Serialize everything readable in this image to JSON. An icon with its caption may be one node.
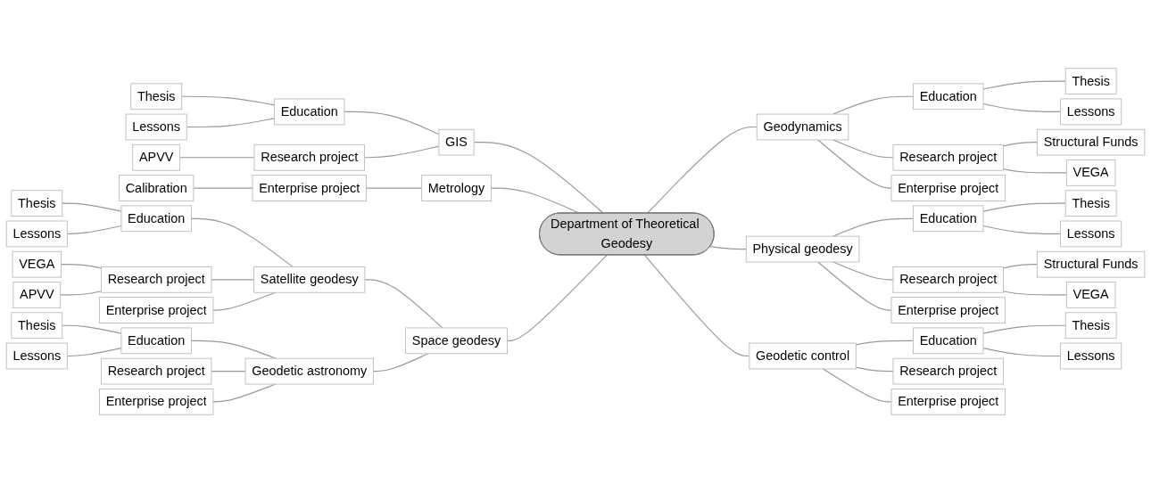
{
  "diagram": {
    "nodes": [
      {
        "text": [
          "Department of Theoretical Geodesy"
        ]
      },
      {
        "text": [
          "GIS"
        ]
      },
      {
        "text": [
          "Education"
        ]
      },
      {
        "text": [
          "Thesis"
        ]
      },
      {
        "text": [
          "Lessons"
        ]
      },
      {
        "text": [
          "Research project"
        ]
      },
      {
        "text": [
          "APVV"
        ]
      },
      {
        "text": [
          "Metrology"
        ]
      },
      {
        "text": [
          "Enterprise project"
        ]
      },
      {
        "text": [
          "Calibration"
        ]
      },
      {
        "text": [
          "Space geodesy"
        ]
      },
      {
        "text": [
          "Satellite geodesy"
        ]
      },
      {
        "text": [
          "Education"
        ]
      },
      {
        "text": [
          "Thesis"
        ]
      },
      {
        "text": [
          "Lessons"
        ]
      },
      {
        "text": [
          "Research project"
        ]
      },
      {
        "text": [
          "VEGA"
        ]
      },
      {
        "text": [
          "APVV"
        ]
      },
      {
        "text": [
          "Enterprise project"
        ]
      },
      {
        "text": [
          "Geodetic astronomy"
        ]
      },
      {
        "text": [
          "Education"
        ]
      },
      {
        "text": [
          "Thesis"
        ]
      },
      {
        "text": [
          "Lessons"
        ]
      },
      {
        "text": [
          "Research project"
        ]
      },
      {
        "text": [
          "Enterprise project"
        ]
      },
      {
        "text": [
          "Geodynamics"
        ]
      },
      {
        "text": [
          "Education"
        ]
      },
      {
        "text": [
          "Thesis"
        ]
      },
      {
        "text": [
          "Lessons"
        ]
      },
      {
        "text": [
          "Research project"
        ]
      },
      {
        "text": [
          "Structural Funds"
        ]
      },
      {
        "text": [
          "VEGA"
        ]
      },
      {
        "text": [
          "Enterprise project"
        ]
      },
      {
        "text": [
          "Physical geodesy"
        ]
      },
      {
        "text": [
          "Education"
        ]
      },
      {
        "text": [
          "Thesis"
        ]
      },
      {
        "text": [
          "Lessons"
        ]
      },
      {
        "text": [
          "Research project"
        ]
      },
      {
        "text": [
          "Structural Funds"
        ]
      },
      {
        "text": [
          "VEGA"
        ]
      },
      {
        "text": [
          "Enterprise project"
        ]
      },
      {
        "text": [
          "Geodetic control"
        ]
      },
      {
        "text": [
          "Education"
        ]
      },
      {
        "text": [
          "Thesis"
        ]
      },
      {
        "text": [
          "Lessons"
        ]
      },
      {
        "text": [
          "Research project"
        ]
      },
      {
        "text": [
          "Enterprise project"
        ]
      }
    ],
    "edges": [
      {
        "from": 1,
        "to": 0,
        "arrow": "none"
      },
      {
        "from": 2,
        "to": 1,
        "arrow": "none"
      },
      {
        "from": 3,
        "to": 2,
        "arrow": "none"
      },
      {
        "from": 4,
        "to": 2,
        "arrow": "none"
      },
      {
        "from": 5,
        "to": 1,
        "arrow": "none"
      },
      {
        "from": 6,
        "to": 5,
        "arrow": "none"
      },
      {
        "from": 7,
        "to": 0,
        "arrow": "none"
      },
      {
        "from": 8,
        "to": 7,
        "arrow": "none"
      },
      {
        "from": 9,
        "to": 8,
        "arrow": "none"
      },
      {
        "from": 10,
        "to": 0,
        "arrow": "none"
      },
      {
        "from": 11,
        "to": 10,
        "arrow": "none"
      },
      {
        "from": 12,
        "to": 11,
        "arrow": "none"
      },
      {
        "from": 13,
        "to": 12,
        "arrow": "none"
      },
      {
        "from": 14,
        "to": 12,
        "arrow": "none"
      },
      {
        "from": 15,
        "to": 11,
        "arrow": "none"
      },
      {
        "from": 16,
        "to": 15,
        "arrow": "none"
      },
      {
        "from": 17,
        "to": 15,
        "arrow": "none"
      },
      {
        "from": 18,
        "to": 11,
        "arrow": "none"
      },
      {
        "from": 19,
        "to": 10,
        "arrow": "none"
      },
      {
        "from": 20,
        "to": 19,
        "arrow": "none"
      },
      {
        "from": 21,
        "to": 20,
        "arrow": "none"
      },
      {
        "from": 22,
        "to": 20,
        "arrow": "none"
      },
      {
        "from": 23,
        "to": 19,
        "arrow": "none"
      },
      {
        "from": 24,
        "to": 19,
        "arrow": "none"
      },
      {
        "from": 0,
        "to": 25,
        "arrow": "none"
      },
      {
        "from": 25,
        "to": 26,
        "arrow": "none"
      },
      {
        "from": 26,
        "to": 27,
        "arrow": "none"
      },
      {
        "from": 26,
        "to": 28,
        "arrow": "none"
      },
      {
        "from": 25,
        "to": 29,
        "arrow": "none"
      },
      {
        "from": 29,
        "to": 30,
        "arrow": "none"
      },
      {
        "from": 29,
        "to": 31,
        "arrow": "none"
      },
      {
        "from": 25,
        "to": 32,
        "arrow": "none"
      },
      {
        "from": 0,
        "to": 33,
        "arrow": "none"
      },
      {
        "from": 33,
        "to": 34,
        "arrow": "none"
      },
      {
        "from": 34,
        "to": 35,
        "arrow": "none"
      },
      {
        "from": 34,
        "to": 36,
        "arrow": "none"
      },
      {
        "from": 33,
        "to": 37,
        "arrow": "none"
      },
      {
        "from": 37,
        "to": 38,
        "arrow": "none"
      },
      {
        "from": 37,
        "to": 39,
        "arrow": "none"
      },
      {
        "from": 33,
        "to": 40,
        "arrow": "none"
      },
      {
        "from": 0,
        "to": 41,
        "arrow": "none"
      },
      {
        "from": 41,
        "to": 42,
        "arrow": "none"
      },
      {
        "from": 42,
        "to": 43,
        "arrow": "none"
      },
      {
        "from": 42,
        "to": 44,
        "arrow": "none"
      },
      {
        "from": 41,
        "to": 45,
        "arrow": "none"
      },
      {
        "from": 41,
        "to": 46,
        "arrow": "none"
      }
    ]
  }
}
